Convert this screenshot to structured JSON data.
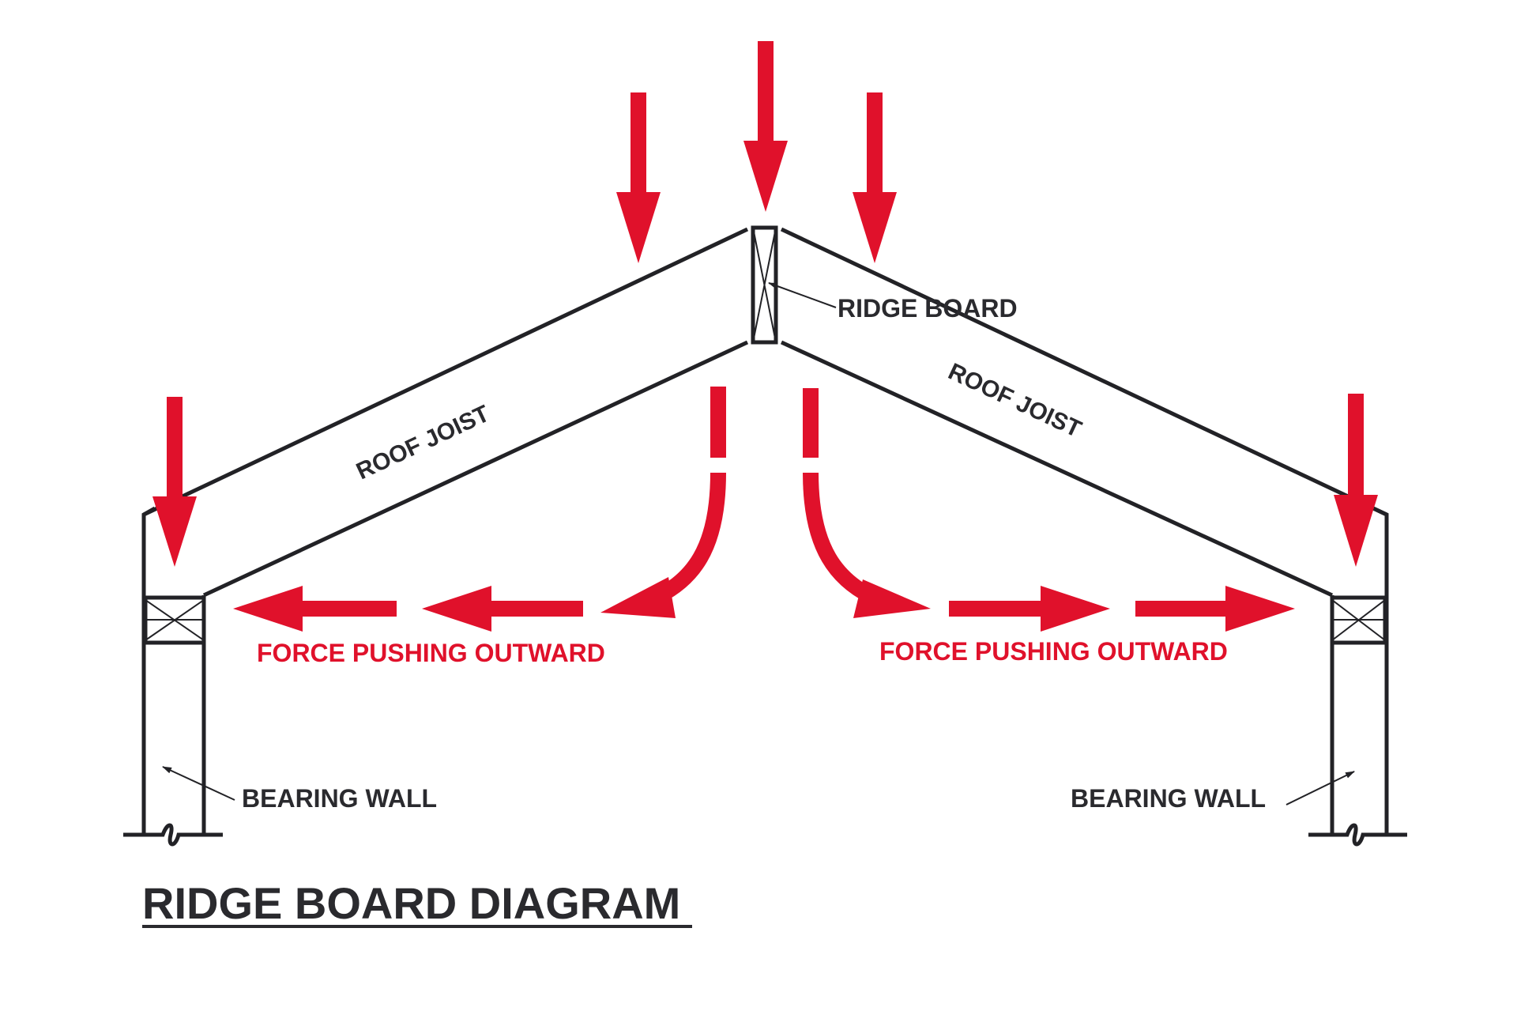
{
  "title": "RIDGE BOARD DIAGRAM",
  "labels": {
    "ridge_board": "RIDGE BOARD",
    "roof_joist_left": "ROOF JOIST",
    "roof_joist_right": "ROOF JOIST",
    "bearing_wall_left": "BEARING WALL",
    "bearing_wall_right": "BEARING WALL",
    "force_left": "FORCE PUSHING OUTWARD",
    "force_right": "FORCE PUSHING OUTWARD"
  },
  "colors": {
    "force_red": "#e0112b",
    "line": "#222226",
    "text": "#2a2a2e"
  }
}
